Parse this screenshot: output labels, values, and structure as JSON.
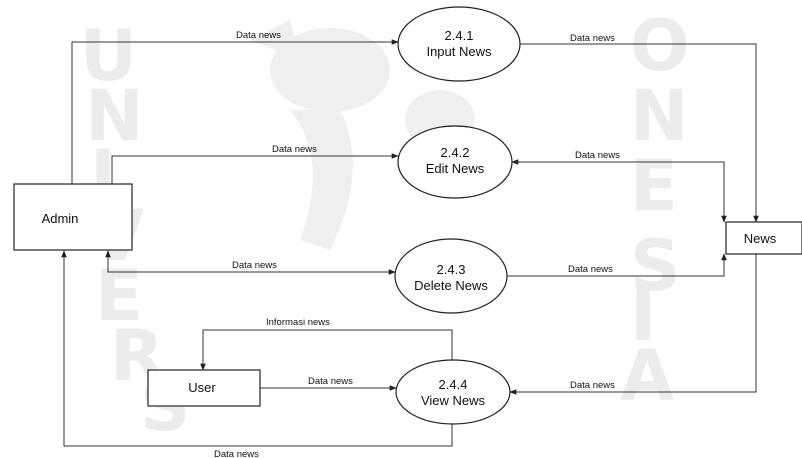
{
  "watermark": {
    "letters_left": [
      "U",
      "N",
      "I",
      "V",
      "E",
      "R",
      "S"
    ],
    "letters_right": [
      "O",
      "N",
      "E",
      "S",
      "I",
      "A"
    ]
  },
  "entities": {
    "admin": "Admin",
    "news": "News",
    "user": "User"
  },
  "processes": [
    {
      "number": "2.4.1",
      "name": "Input News"
    },
    {
      "number": "2.4.2",
      "name": "Edit News"
    },
    {
      "number": "2.4.3",
      "name": "Delete News"
    },
    {
      "number": "2.4.4",
      "name": "View News"
    }
  ],
  "flows": {
    "admin_to_input": "Data news",
    "input_to_news": "Data news",
    "admin_edit": "Data news",
    "edit_news_store": "Data news",
    "admin_to_delete": "Data news",
    "delete_to_news": "Data news",
    "view_to_user_info": "Informasi news",
    "user_to_view": "Data news",
    "news_to_view": "Data news",
    "view_to_admin": "Data news"
  }
}
